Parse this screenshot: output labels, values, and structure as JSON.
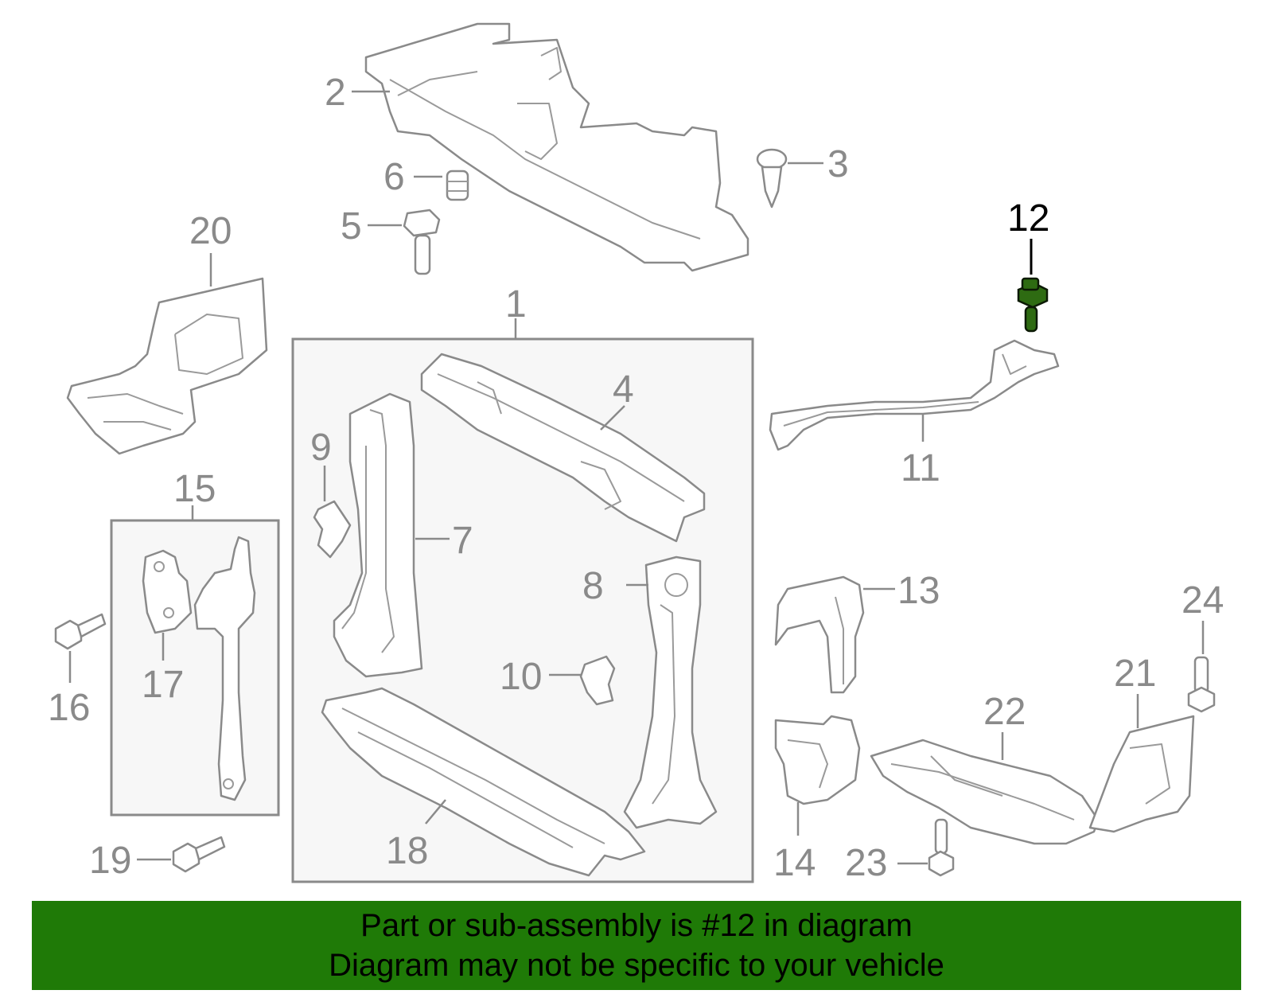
{
  "callouts": {
    "c1": "1",
    "c2": "2",
    "c3": "3",
    "c4": "4",
    "c5": "5",
    "c6": "6",
    "c7": "7",
    "c8": "8",
    "c9": "9",
    "c10": "10",
    "c11": "11",
    "c12": "12",
    "c13": "13",
    "c14": "14",
    "c15": "15",
    "c16": "16",
    "c17": "17",
    "c18": "18",
    "c19": "19",
    "c20": "20",
    "c21": "21",
    "c22": "22",
    "c23": "23",
    "c24": "24"
  },
  "highlighted_part": "12",
  "colors": {
    "highlight_fill": "#2e6b12",
    "banner_bg": "#1f7a07",
    "line_gray": "#8a8a8a"
  },
  "banner": {
    "line1": "Part or sub-assembly is #12 in diagram",
    "line2": "Diagram may not be specific to your vehicle"
  }
}
